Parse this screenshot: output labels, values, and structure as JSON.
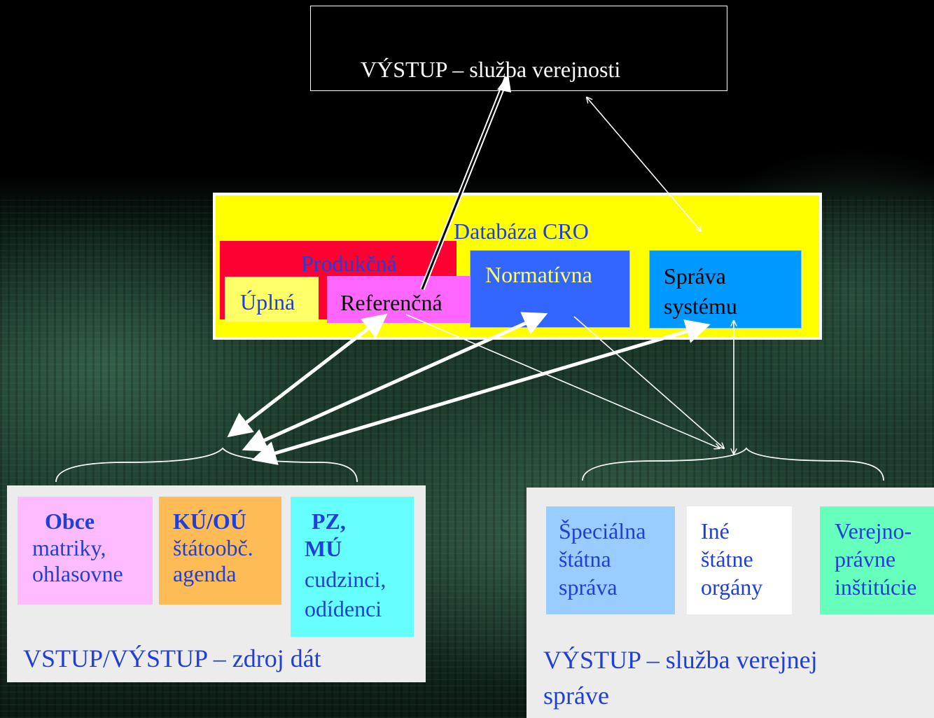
{
  "output_top": {
    "label": "VÝSTUP – služba verejnosti"
  },
  "database": {
    "title": "Databáza CRO",
    "productive_label": "Produkčná",
    "complete_label": "Úplná",
    "reference_label": "Referenčná",
    "normative_label": "Normatívna",
    "admin_label_line1": "Správa",
    "admin_label_line2": "systému"
  },
  "sources": {
    "caption": "VSTUP/VÝSTUP – zdroj dát",
    "obce": {
      "title": "Obce",
      "line1": "matriky,",
      "line2": "ohlasovne"
    },
    "ku": {
      "title": "KÚ/OÚ",
      "line1": "štátoobč.",
      "line2": "agenda"
    },
    "pz": {
      "title_line1": "PZ,",
      "title_line2": "MÚ",
      "line1": "cudzinci,",
      "line2": "odídenci"
    }
  },
  "outputs_admin": {
    "caption_line1": "VÝSTUP – služba verejnej",
    "caption_line2": "správe",
    "special": {
      "line1": "Špeciálna",
      "line2": "štátna",
      "line3": "správa"
    },
    "other": {
      "line1": "Iné",
      "line2": "štátne",
      "line3": "orgány"
    },
    "public_law": {
      "line1": "Verejno-",
      "line2": "právne",
      "line3": "inštitúcie"
    }
  },
  "colors": {
    "yellow": "#ffff00",
    "red": "#ff0033",
    "light_yellow": "#ffff66",
    "magenta": "#ff66ff",
    "royal_blue": "#3366ff",
    "azure": "#0099ff",
    "pink": "#ffbbff",
    "orange": "#ffbb55",
    "cyan": "#66ffff",
    "light_blue": "#99ccff",
    "mint": "#66ffbb",
    "panel_gray": "#ececec",
    "text_blue": "#1f3fd6"
  }
}
